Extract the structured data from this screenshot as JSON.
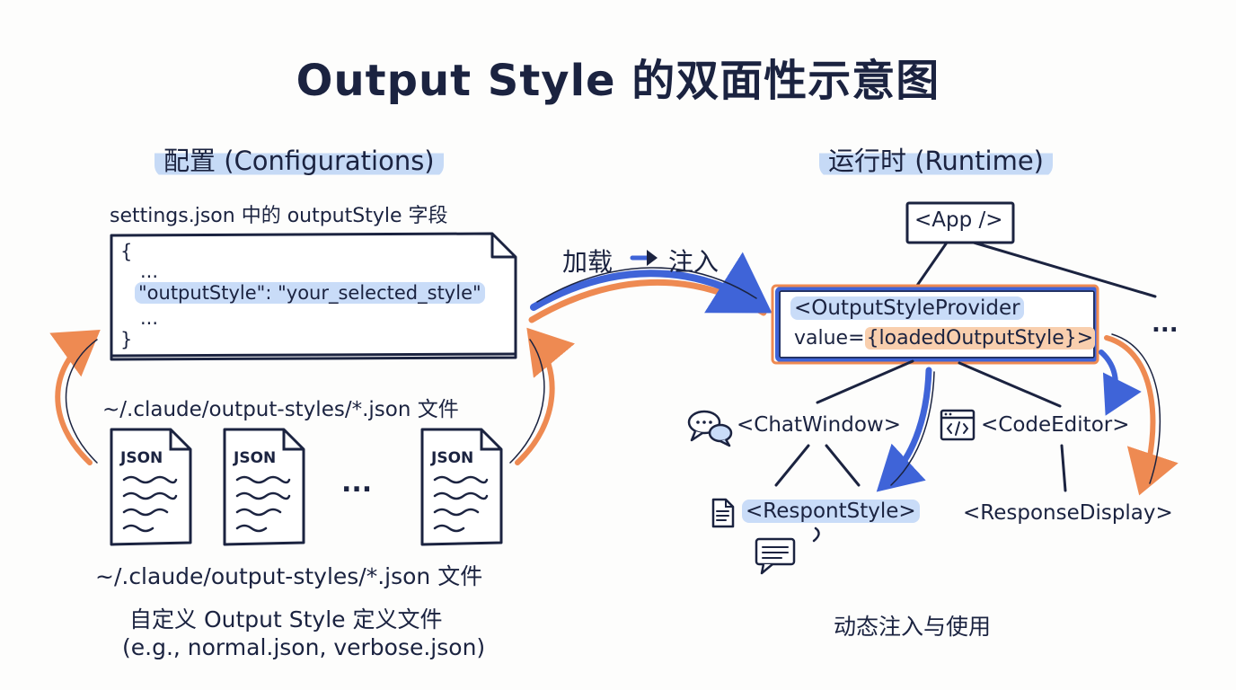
{
  "title": "Output Style 的双面性示意图",
  "left": {
    "heading": "配置 (Configurations)",
    "settings_label": "settings.json 中的 outputStyle 字段",
    "code_lines": {
      "open": "{",
      "ellipsis_top": "...",
      "key": "\"outputStyle\"",
      "colon": ": ",
      "value": "\"your_selected_style\"",
      "ellipsis_bottom": "...",
      "close": "}"
    },
    "path_label_top": "~/.claude/output-styles/*.json 文件",
    "json_file_tag": "JSON",
    "files_ellipsis": "...",
    "path_label_bottom": "~/.claude/output-styles/*.json 文件",
    "caption_line1": "自定义 Output Style 定义文件",
    "caption_line2": "(e.g., normal.json, verbose.json)"
  },
  "arrow_label": {
    "load": "加载",
    "inject": "注入"
  },
  "right": {
    "heading": "运行时 (Runtime)",
    "app_node": "<App />",
    "provider_line1": "<OutputStyleProvider",
    "provider_line2_prefix": "value=",
    "provider_line2_value": "{loadedOutputStyle}",
    "provider_line2_suffix": ">",
    "branch_ellipsis": "...",
    "chat_window": "<ChatWindow>",
    "code_editor": "<CodeEditor>",
    "respont_style": "<RespontStyle>",
    "response_display": "<ResponseDisplay>",
    "caption": "动态注入与使用"
  },
  "colors": {
    "ink": "#1b2340",
    "blue_accent": "#3f64d8",
    "blue_highlight": "#c9dcf8",
    "orange_accent": "#ee8a52",
    "orange_highlight": "#f9cfae"
  },
  "icons": {
    "arrow": "right-arrow-icon",
    "chat": "chat-bubbles-icon",
    "code": "code-window-icon",
    "document": "document-icon",
    "message": "message-bubble-icon"
  }
}
